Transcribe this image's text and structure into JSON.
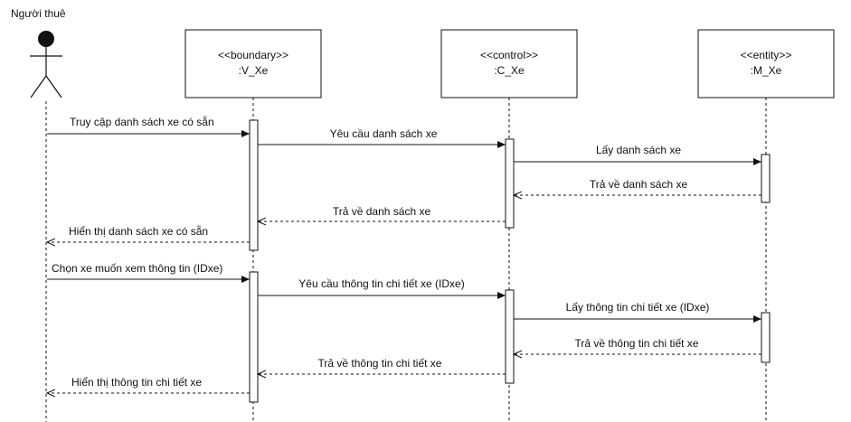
{
  "actor": {
    "name": "Người thuê"
  },
  "lifelines": [
    {
      "stereotype": "<<boundary>>",
      "name": ":V_Xe"
    },
    {
      "stereotype": "<<control>>",
      "name": ":C_Xe"
    },
    {
      "stereotype": "<<entity>>",
      "name": ":M_Xe"
    }
  ],
  "messages": [
    {
      "label": "Truy cập danh sách xe có sẵn",
      "type": "sync"
    },
    {
      "label": "Yêu cầu danh sách xe",
      "type": "sync"
    },
    {
      "label": "Lấy danh sách xe",
      "type": "sync"
    },
    {
      "label": "Trả về danh sách xe",
      "type": "return"
    },
    {
      "label": "Trả về danh sách xe",
      "type": "return"
    },
    {
      "label": "Hiển thị danh sách xe có sẵn",
      "type": "return"
    },
    {
      "label": "Chọn xe muốn xem thông tin (IDxe)",
      "type": "sync"
    },
    {
      "label": "Yêu cầu thông tin chi tiết xe (IDxe)",
      "type": "sync"
    },
    {
      "label": "Lấy thông tin chi tiết xe (IDxe)",
      "type": "sync"
    },
    {
      "label": "Trả về thông tin chi tiết xe",
      "type": "return"
    },
    {
      "label": "Trả về thông tin chi tiết xe",
      "type": "return"
    },
    {
      "label": "Hiển thị thông tin chi tiết xe",
      "type": "return"
    }
  ]
}
